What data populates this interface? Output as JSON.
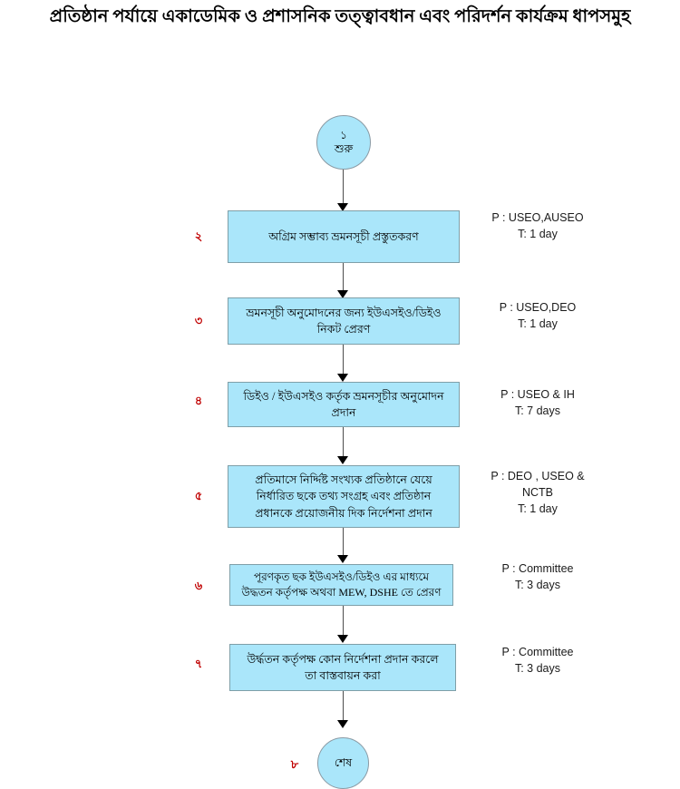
{
  "title": "প্রতিষ্ঠান পর্যায়ে একাডেমিক ও প্রশাসনিক তত্ত্বাবধান এবং পরিদর্শন কার্যক্রম ধাপসমুহ",
  "colors": {
    "node_fill": "#aae6fa",
    "node_border": "#7f9fa8",
    "step_number": "#c00000",
    "connector": "#4d4d4d",
    "text": "#000000"
  },
  "start_node": {
    "number": "১",
    "label": "শুরু"
  },
  "end_node": {
    "number": "৮",
    "label": "শেষ"
  },
  "steps": [
    {
      "number": "২",
      "text": "অগ্রিম সম্ভাব্য ভ্রমনসূচী প্রস্তুতকরণ",
      "person": "P : USEO,AUSEO",
      "time": "T: 1 day"
    },
    {
      "number": "৩",
      "text": "ভ্রমনসূচী অনুমোদনের জন্য ইউএসইও/ডিইও\nনিকট  প্রেরণ",
      "person": "P : USEO,DEO",
      "time": "T: 1 day"
    },
    {
      "number": "৪",
      "text": "ডিইও / ইউএসইও কর্তৃক ভ্রমনসূচীর অনুমোদন\nপ্রদান",
      "person": "P : USEO & IH",
      "time": "T: 7 days"
    },
    {
      "number": "৫",
      "text": "প্রতিমাসে নির্দ্দিষ্ট সংখ্যক প্রতিষ্ঠানে যেয়ে\nনির্ধারিত ছকে তথ্য সংগ্রহ এবং প্রতিষ্ঠান\nপ্রধানকে প্রয়োজনীয় দিক নির্দেশনা প্রদান",
      "person": "P : DEO , USEO &\nNCTB",
      "time": "T: 1 day"
    },
    {
      "number": "৬",
      "text": "পূরণকৃত ছক ইউএসইও/ডিইও  এর মাধ্যমে\nউদ্ধতন কর্তৃপক্ষ অথবা MEW, DSHE তে প্রেরণ",
      "person": "P : Committee",
      "time": "T: 3 days"
    },
    {
      "number": "৭",
      "text": "উর্দ্ধতন কর্তৃপক্ষ কোন নির্দেশনা প্রদান করলে\nতা বাস্তবায়ন করা",
      "person": "P : Committee",
      "time": "T: 3 days"
    }
  ]
}
